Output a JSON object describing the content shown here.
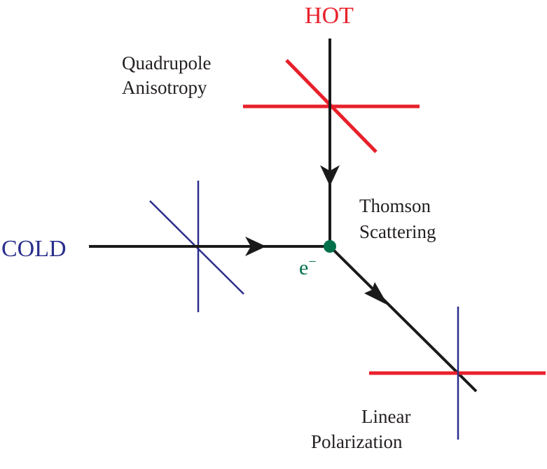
{
  "labels": {
    "hot": "HOT",
    "cold": "COLD",
    "quadrupole_line1": "Quadrupole",
    "quadrupole_line2": "Anisotropy",
    "thomson_line1": "Thomson",
    "thomson_line2": "Scattering",
    "electron": "e",
    "electron_charge": "−",
    "linear_line1": "Linear",
    "linear_line2": "Polarization"
  },
  "colors": {
    "hot": "#e8202a",
    "cold": "#2b2e8c",
    "electron": "#00704a",
    "text": "#231f20",
    "ray": "#1a1a1a"
  }
}
